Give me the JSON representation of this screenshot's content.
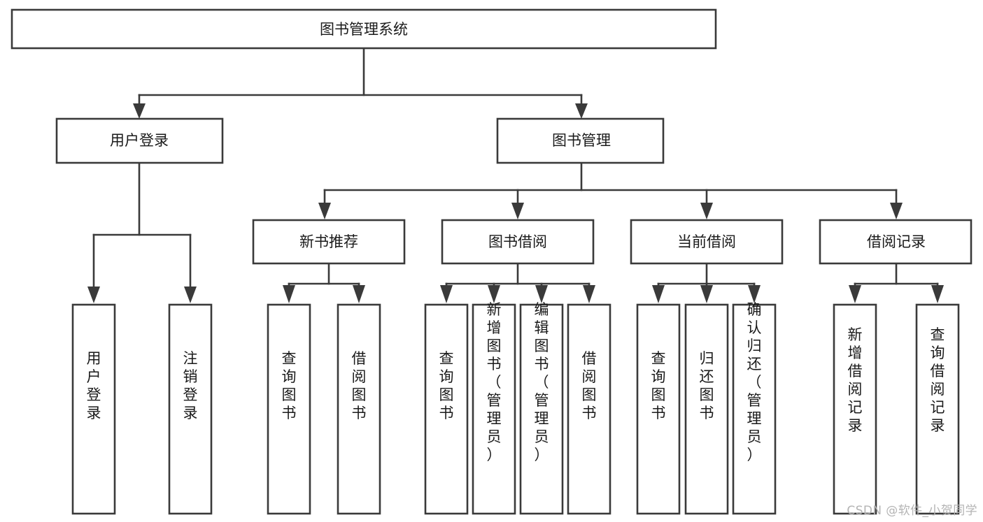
{
  "diagram": {
    "type": "tree",
    "title": "图书管理系统",
    "orientation": "top-down",
    "colors": {
      "box_stroke": "#3a3a3a",
      "box_fill": "#ffffff",
      "text": "#1a1a1a",
      "connector": "#3a3a3a",
      "background": "#ffffff",
      "watermark": "#b4b4b4"
    },
    "root": {
      "label": "图书管理系统"
    },
    "level2": [
      {
        "label": "用户登录"
      },
      {
        "label": "图书管理"
      }
    ],
    "level3": [
      {
        "label": "新书推荐"
      },
      {
        "label": "图书借阅"
      },
      {
        "label": "当前借阅"
      },
      {
        "label": "借阅记录"
      }
    ],
    "leaves": {
      "user_login": [
        {
          "label": "用户登录"
        },
        {
          "label": "注销登录"
        }
      ],
      "new_book_recommend": [
        {
          "label": "查询图书"
        },
        {
          "label": "借阅图书"
        }
      ],
      "book_borrow": [
        {
          "label": "查询图书"
        },
        {
          "label": "新增图书（管理员）"
        },
        {
          "label": "编辑图书（管理员）"
        },
        {
          "label": "借阅图书"
        }
      ],
      "current_borrow": [
        {
          "label": "查询图书"
        },
        {
          "label": "归还图书"
        },
        {
          "label": "确认归还（管理员）"
        }
      ],
      "borrow_record": [
        {
          "label": "新增借阅记录"
        },
        {
          "label": "查询借阅记录"
        }
      ]
    }
  },
  "watermark": {
    "text": "CSDN @软件_小贺同学"
  }
}
